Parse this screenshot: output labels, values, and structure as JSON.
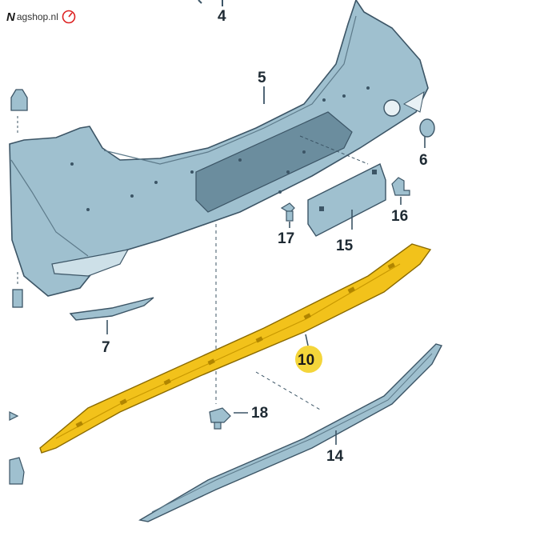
{
  "brand": {
    "logo_letter": "N",
    "site": "agshop.nl"
  },
  "colors": {
    "part_fill": "#9fc0cf",
    "part_stroke": "#3c5566",
    "highlight": "#f2c21b",
    "highlight_badge": "#f4d53a"
  },
  "parts": [
    {
      "id": "4",
      "label": "4"
    },
    {
      "id": "5",
      "label": "5"
    },
    {
      "id": "6",
      "label": "6"
    },
    {
      "id": "7",
      "label": "7"
    },
    {
      "id": "10",
      "label": "10",
      "highlighted": true
    },
    {
      "id": "14",
      "label": "14"
    },
    {
      "id": "15",
      "label": "15"
    },
    {
      "id": "16",
      "label": "16"
    },
    {
      "id": "17",
      "label": "17"
    },
    {
      "id": "18",
      "label": "18"
    }
  ]
}
